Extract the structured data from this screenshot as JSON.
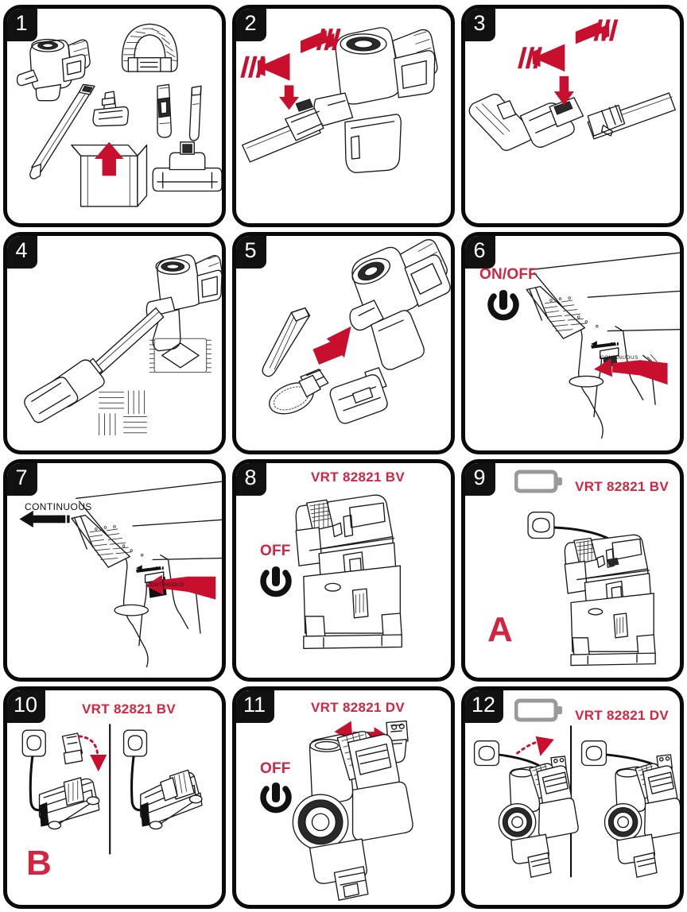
{
  "document": {
    "type": "appliance-instruction-sheet",
    "product": "cordless stick vacuum cleaner",
    "grid": {
      "columns": 3,
      "rows": 4,
      "total_panels": 12
    },
    "colors": {
      "accent_red": "#D32440",
      "arrow_red": "#C8102E",
      "badge_black": "#111111",
      "battery_gray": "#9a9a9a"
    }
  },
  "panels": [
    {
      "number": "1",
      "name": "unboxing-contents",
      "labels": [],
      "icons": [
        "vacuum-body-icon",
        "flexible-hose-icon",
        "extension-tube-icon",
        "mini-turbo-brush-icon",
        "crevice-tool-icon",
        "brush-tool-icon",
        "floor-head-icon",
        "box-icon",
        "red-up-arrow-icon"
      ]
    },
    {
      "number": "2",
      "name": "attach-tube-to-body",
      "labels": [],
      "icons": [
        "extension-tube-icon",
        "vacuum-body-icon",
        "red-right-arrow-icon",
        "red-left-arrow-icon",
        "red-down-arrow-icon",
        "release-button-icon"
      ]
    },
    {
      "number": "3",
      "name": "attach-floor-head-to-tube",
      "labels": [],
      "icons": [
        "floor-head-icon",
        "extension-tube-icon",
        "red-right-arrow-icon",
        "red-left-arrow-icon",
        "red-down-arrow-icon"
      ]
    },
    {
      "number": "4",
      "name": "assembled-vacuum-floor-types",
      "labels": [],
      "icons": [
        "assembled-vacuum-icon",
        "carpet-rug-icon",
        "hard-floor-parquet-icon"
      ]
    },
    {
      "number": "5",
      "name": "attach-accessory-tools",
      "labels": [],
      "icons": [
        "crevice-tool-icon",
        "brush-tool-icon",
        "mini-turbo-brush-icon",
        "vacuum-body-icon",
        "red-diagonal-arrow-icon"
      ]
    },
    {
      "number": "6",
      "name": "power-on-off-trigger",
      "labels": [
        {
          "name": "onoff-label",
          "text": "ON/OFF",
          "color": "#D32440"
        },
        {
          "name": "continuous-switch-label",
          "text": "CONTINUOUS"
        }
      ],
      "icons": [
        "power-symbol-icon",
        "handle-closeup-icon",
        "red-left-arrow-icon"
      ]
    },
    {
      "number": "7",
      "name": "continuous-mode-lock",
      "labels": [
        {
          "name": "continuous-label",
          "text": "CONTINUOUS"
        },
        {
          "name": "continuous-switch-label",
          "text": "CONTINUOUS"
        }
      ],
      "icons": [
        "black-left-arrow-icon",
        "handle-closeup-icon",
        "red-left-arrow-icon"
      ]
    },
    {
      "number": "8",
      "name": "model-bv-power-off-docking",
      "labels": [
        {
          "name": "model-label",
          "text": "VRT 82821 BV",
          "color": "#D32440"
        },
        {
          "name": "off-label",
          "text": "OFF",
          "color": "#D32440"
        }
      ],
      "icons": [
        "power-symbol-icon",
        "vacuum-on-dock-icon"
      ]
    },
    {
      "number": "9",
      "name": "model-bv-charging-on-dock",
      "labels": [
        {
          "name": "model-label",
          "text": "VRT 82821 BV",
          "color": "#D32440"
        },
        {
          "name": "step-letter",
          "text": "A",
          "color": "#D32440"
        }
      ],
      "icons": [
        "battery-charging-icon",
        "wall-socket-icon",
        "power-cord-icon",
        "vacuum-on-dock-icon"
      ]
    },
    {
      "number": "10",
      "name": "model-bv-charging-battery-alternative",
      "labels": [
        {
          "name": "model-label",
          "text": "VRT 82821 BV",
          "color": "#D32440"
        },
        {
          "name": "step-letter",
          "text": "B",
          "color": "#D32440"
        }
      ],
      "icons": [
        "wall-socket-icon",
        "power-cord-icon",
        "battery-pack-icon",
        "red-curved-arrow-icon",
        "vertical-divider-icon"
      ]
    },
    {
      "number": "11",
      "name": "model-dv-power-off-remove-battery",
      "labels": [
        {
          "name": "model-label",
          "text": "VRT 82821 DV",
          "color": "#D32440"
        },
        {
          "name": "off-label",
          "text": "OFF",
          "color": "#D32440"
        }
      ],
      "icons": [
        "power-symbol-icon",
        "vacuum-body-dv-icon",
        "red-right-arrow-icon",
        "wall-mount-bracket-icon"
      ]
    },
    {
      "number": "12",
      "name": "model-dv-charging",
      "labels": [
        {
          "name": "model-label",
          "text": "VRT 82821 DV",
          "color": "#D32440"
        }
      ],
      "icons": [
        "battery-charging-icon",
        "wall-socket-icon",
        "power-cord-icon",
        "vacuum-body-dv-icon",
        "red-curved-arrow-icon",
        "vertical-divider-icon"
      ]
    }
  ]
}
